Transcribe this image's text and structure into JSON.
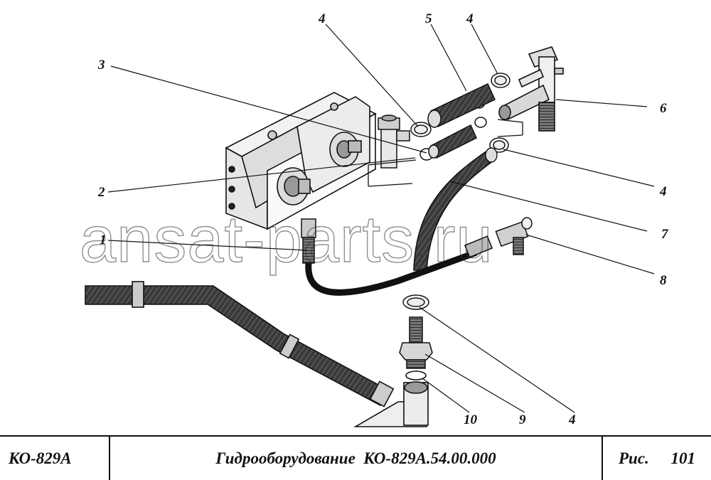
{
  "watermark": "ansat-parts.ru",
  "callouts": [
    "1",
    "2",
    "3",
    "4",
    "4",
    "4",
    "4",
    "5",
    "6",
    "7",
    "8",
    "9",
    "10"
  ],
  "title_block": {
    "model": "КО-829А",
    "title": "Гидрооборудование  КО-829А.54.00.000",
    "fig_label": "Рис.",
    "fig_number": "101"
  }
}
